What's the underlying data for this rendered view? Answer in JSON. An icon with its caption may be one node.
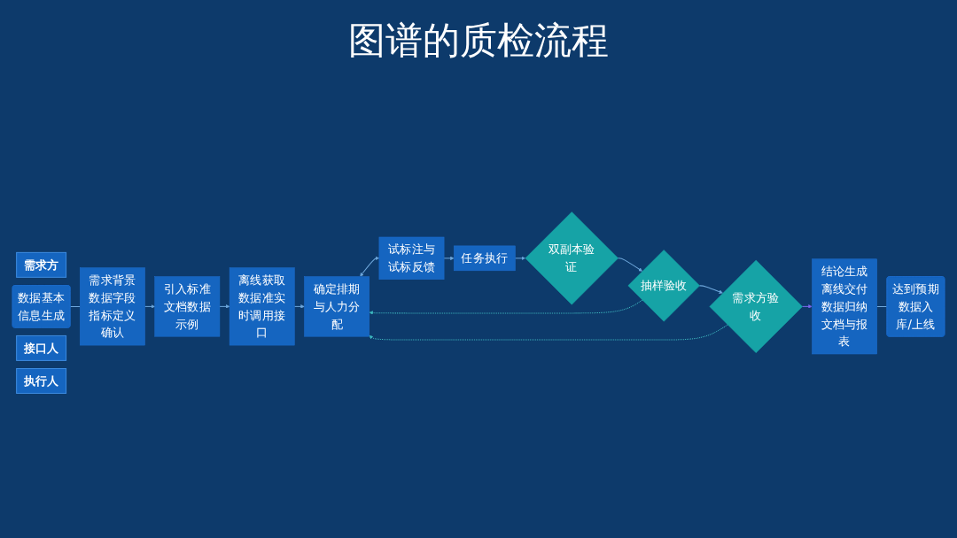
{
  "diagram": {
    "title": "图谱的质检流程",
    "nodes": [
      {
        "text": [
          "需求方"
        ]
      },
      {
        "text": [
          "数据基本信息生成"
        ]
      },
      {
        "text": [
          "离线获取数据准实时调用接口"
        ]
      },
      {
        "text": [
          "需求方验收"
        ]
      },
      {
        "text": [
          "达到预期数据入库/上线"
        ]
      },
      {
        "text": [
          "接口人"
        ]
      },
      {
        "text": [
          "需求背景数据字段指标定义确认"
        ]
      },
      {
        "text": [
          "引入标准文档数据示例"
        ]
      },
      {
        "text": [
          "确定排期与人力分配"
        ]
      },
      {
        "text": [
          "抽样验收"
        ]
      },
      {
        "text": [
          "结论生成离线交付数据归纳文档与报表"
        ]
      },
      {
        "text": [
          "执行人"
        ]
      },
      {
        "text": [
          "试标注与试标反馈"
        ]
      },
      {
        "text": [
          "任务执行"
        ]
      },
      {
        "text": [
          "双副本验证"
        ]
      }
    ],
    "edges": [
      {
        "from": 1,
        "to": 6,
        "arrow": "none"
      },
      {
        "from": 6,
        "to": 7,
        "arrow": "to"
      },
      {
        "from": 7,
        "to": 2,
        "arrow": "to"
      },
      {
        "from": 2,
        "to": 8,
        "arrow": "to"
      },
      {
        "from": 8,
        "to": 12,
        "arrow": "both"
      },
      {
        "from": 12,
        "to": 13,
        "arrow": "to"
      },
      {
        "from": 13,
        "to": 14,
        "arrow": "to"
      },
      {
        "from": 14,
        "to": 9,
        "arrow": "to"
      },
      {
        "from": 9,
        "to": 3,
        "arrow": "to"
      },
      {
        "from": 3,
        "to": 10,
        "arrow": "to",
        "color": "#7b68ee"
      },
      {
        "from": 9,
        "to": 8,
        "arrow": "to",
        "style": "dashed",
        "color": "#3fb8c0"
      },
      {
        "from": 3,
        "to": 8,
        "arrow": "to",
        "style": "dashed",
        "color": "#3fb8c0"
      },
      {
        "from": 10,
        "to": 4,
        "arrow": "none"
      }
    ]
  }
}
